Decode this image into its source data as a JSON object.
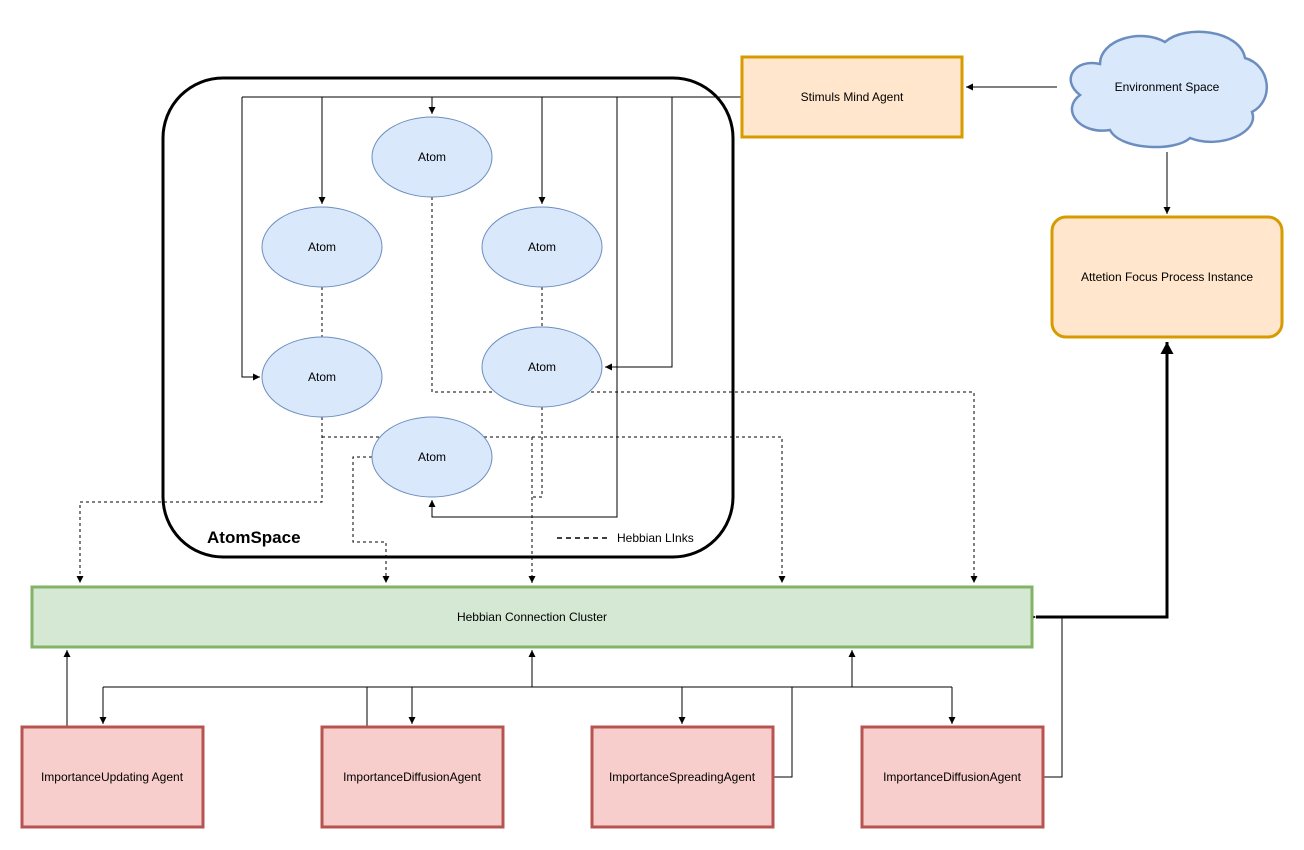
{
  "atomspace": {
    "title": "AtomSpace",
    "atom_label": "Atom",
    "legend": {
      "line_style": "dashed",
      "label": "Hebbian LInks"
    }
  },
  "stimulus_agent": {
    "label": "Stimuls Mind Agent"
  },
  "environment": {
    "label": "Environment Space"
  },
  "attention_focus": {
    "label": "Attetion Focus Process Instance"
  },
  "cluster": {
    "label": "Hebbian Connection Cluster"
  },
  "agents": [
    {
      "label": "ImportanceUpdating Agent"
    },
    {
      "label": "ImportanceDiffusionAgent"
    },
    {
      "label": "ImportanceSpreadingAgent"
    },
    {
      "label": "ImportanceDiffusionAgent"
    }
  ],
  "colors": {
    "atom_fill": "#dae8fc",
    "atom_stroke": "#6c8ebf",
    "orange_fill": "#ffe6cc",
    "orange_stroke": "#d79b00",
    "green_fill": "#d5e8d4",
    "green_stroke": "#82b366",
    "red_fill": "#f8cecc",
    "red_stroke": "#b85450"
  }
}
